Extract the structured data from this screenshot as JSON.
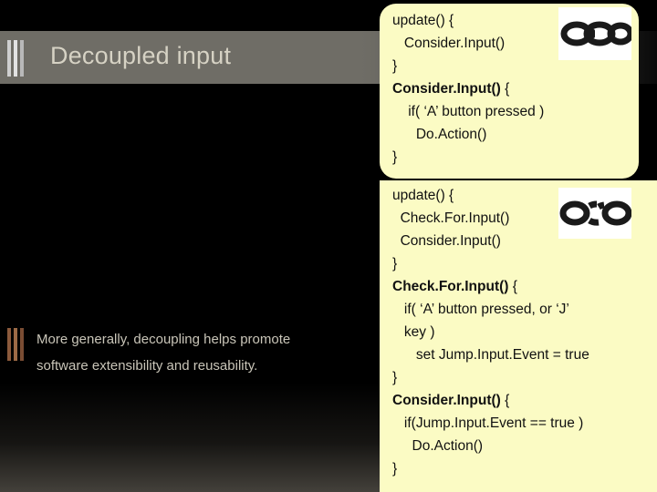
{
  "slide": {
    "title": "Decoupled input",
    "body_text": "More generally, decoupling helps promote software extensibility and reusability.",
    "colors": {
      "background": "#000000",
      "callout_background": "#fbfbc4",
      "title_text": "#d6d2c4",
      "body_text": "#c9c5b8",
      "title_band": "#6f6d66",
      "accent_bar_brown": "#8b5a3c"
    }
  },
  "callouts": [
    {
      "id": "callout-1",
      "lines": [
        {
          "text": "update() {",
          "bold_prefix": ""
        },
        {
          "text": "   Consider.Input()",
          "bold_prefix": ""
        },
        {
          "text": "}",
          "bold_prefix": ""
        },
        {
          "text": " {",
          "bold_prefix": "Consider.Input()"
        },
        {
          "text": "    if( ‘A’ button pressed )",
          "bold_prefix": ""
        },
        {
          "text": "      Do.Action()",
          "bold_prefix": ""
        },
        {
          "text": "}",
          "bold_prefix": ""
        }
      ],
      "image": "chain-links-icon"
    },
    {
      "id": "callout-2",
      "lines": [
        {
          "text": "update() {",
          "bold_prefix": ""
        },
        {
          "text": "  Check.For.Input()",
          "bold_prefix": ""
        },
        {
          "text": "  Consider.Input()",
          "bold_prefix": ""
        },
        {
          "text": "}",
          "bold_prefix": ""
        },
        {
          "text": " {",
          "bold_prefix": "Check.For.Input()"
        },
        {
          "text": "   if( ‘A’ button pressed, or ‘J’",
          "bold_prefix": ""
        },
        {
          "text": "   key )",
          "bold_prefix": ""
        },
        {
          "text": "      set Jump.Input.Event = true",
          "bold_prefix": ""
        },
        {
          "text": "}",
          "bold_prefix": ""
        },
        {
          "text": " {",
          "bold_prefix": "Consider.Input()"
        },
        {
          "text": "   if(Jump.Input.Event == true )",
          "bold_prefix": ""
        },
        {
          "text": "     Do.Action()",
          "bold_prefix": ""
        },
        {
          "text": "}",
          "bold_prefix": ""
        }
      ],
      "image": "broken-chain-icon"
    }
  ]
}
